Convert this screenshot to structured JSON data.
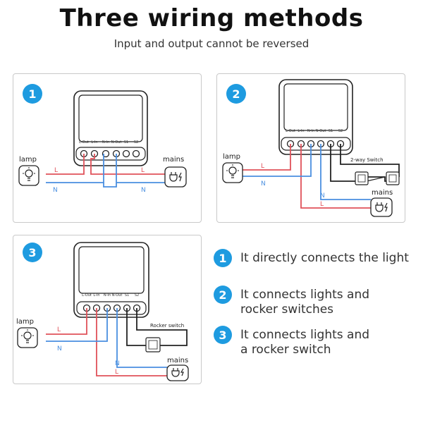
{
  "header": {
    "title": "Three  wiring methods",
    "subtitle": "Input and output cannot be reversed"
  },
  "colors": {
    "accent_blue": "#1e9be0",
    "wire_live": "#e0525a",
    "wire_neutral": "#4a8fe0",
    "wire_switch": "#222222"
  },
  "terminals": [
    "L-Out",
    "L-In",
    "N-In",
    "N-Out",
    "S1",
    "S2"
  ],
  "panels": [
    {
      "number": "1",
      "lamp_label": "lamp",
      "mains_label": "mains",
      "wire_L": "L",
      "wire_N": "N",
      "wire_L2": "L",
      "wire_N2": "N"
    },
    {
      "number": "2",
      "lamp_label": "lamp",
      "mains_label": "mains",
      "switch_label": "2-way Switch",
      "wire_L": "L",
      "wire_N": "N",
      "wire_L2": "L",
      "wire_N2": "N"
    },
    {
      "number": "3",
      "lamp_label": "lamp",
      "mains_label": "mains",
      "switch_label": "Rocker switch",
      "wire_L": "L",
      "wire_N": "N",
      "wire_L2": "L",
      "wire_N2": "N"
    }
  ],
  "descriptions": [
    {
      "number": "1",
      "text": "It directly connects the light"
    },
    {
      "number": "2",
      "text": "It connects lights and rocker switches"
    },
    {
      "number": "3",
      "text": "It connects lights and a rocker switch"
    }
  ]
}
